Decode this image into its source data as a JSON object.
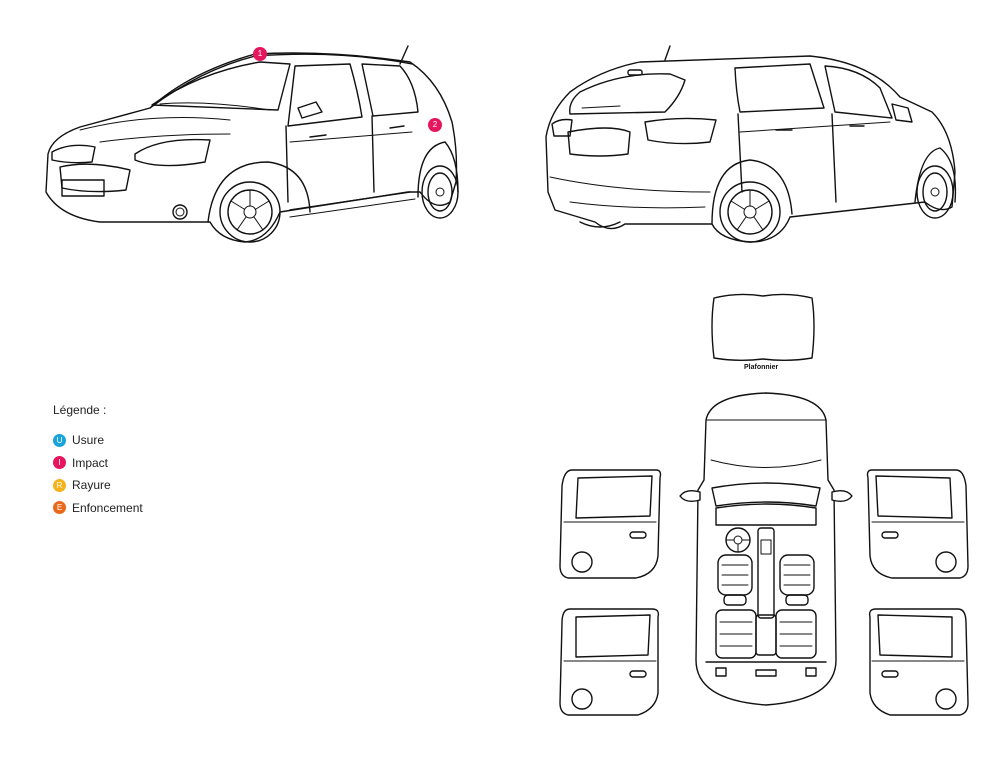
{
  "markers": [
    {
      "label": "1",
      "type": "impact"
    },
    {
      "label": "2",
      "type": "impact"
    }
  ],
  "legend": {
    "title": "Légende :",
    "items": [
      {
        "letter": "U",
        "label": "Usure",
        "color": "#1aa3d9"
      },
      {
        "letter": "I",
        "label": "Impact",
        "color": "#e5155e"
      },
      {
        "letter": "R",
        "label": "Rayure",
        "color": "#f5b21b"
      },
      {
        "letter": "E",
        "label": "Enfoncement",
        "color": "#ea6a1d"
      }
    ]
  },
  "roof_panel": {
    "label": "Plafonnier"
  },
  "colors": {
    "impact": "#e5155e",
    "line": "#111111"
  }
}
